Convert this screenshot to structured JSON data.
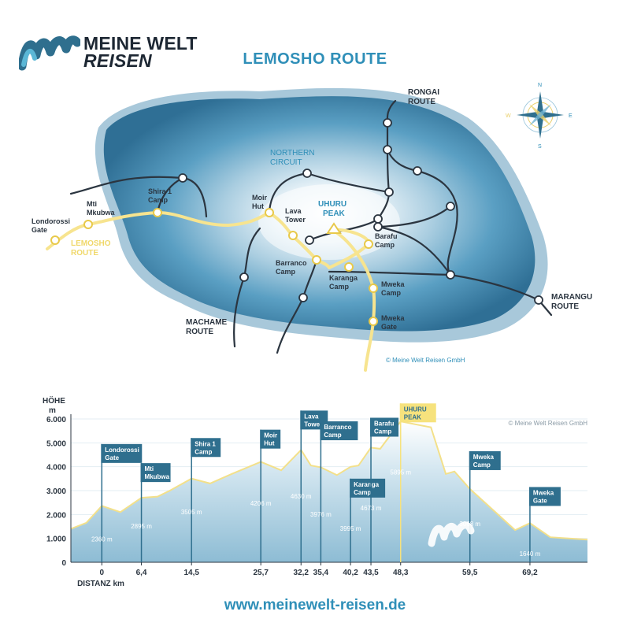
{
  "brand": {
    "line1": "MEINE WELT",
    "line2": "REISEN"
  },
  "title": "LEMOSHO ROUTE",
  "url": "www.meinewelt-reisen.de",
  "copyright_map": "© Meine Welt Reisen GmbH",
  "copyright_chart": "© Meine Welt Reisen GmbH",
  "compass": {
    "n": "N",
    "s": "S",
    "e": "E",
    "w": "W"
  },
  "map_labels": {
    "rongai": [
      "RONGAI",
      "ROUTE"
    ],
    "northern": [
      "NORTHERN",
      "CIRCUIT"
    ],
    "uhuru": [
      "UHURU",
      "PEAK"
    ],
    "marangu": [
      "MARANGU",
      "ROUTE"
    ],
    "machame": [
      "MACHAME",
      "ROUTE"
    ],
    "lemosho": [
      "LEMOSHO",
      "ROUTE"
    ],
    "londorossi": [
      "Londorossi",
      "Gate"
    ],
    "mti": [
      "Mti",
      "Mkubwa"
    ],
    "shira": [
      "Shira 1",
      "Camp"
    ],
    "moir": [
      "Moir",
      "Hut"
    ],
    "lava": [
      "Lava",
      "Tower"
    ],
    "barranco": [
      "Barranco",
      "Camp"
    ],
    "karanga": [
      "Karanga",
      "Camp"
    ],
    "barafu": [
      "Barafu",
      "Camp"
    ],
    "mweka_camp": [
      "Mweka",
      "Camp"
    ],
    "mweka_gate": [
      "Mweka",
      "Gate"
    ]
  },
  "chart_data": {
    "type": "area",
    "ylabel": [
      "HÖHE",
      "m"
    ],
    "xlabel": "DISTANZ km",
    "ylim": [
      0,
      6000
    ],
    "yticks": [
      "0",
      "1.000",
      "2.000",
      "3.000",
      "4.000",
      "5.000",
      "6.000"
    ],
    "xticks": [
      "0",
      "6,4",
      "14,5",
      "25,7",
      "32,2",
      "35,4",
      "40,2",
      "43,5",
      "48,3",
      "59,5",
      "69,2"
    ],
    "profile": [
      [
        -5,
        1400
      ],
      [
        -2.5,
        1650
      ],
      [
        0,
        2360
      ],
      [
        3,
        2100
      ],
      [
        6.4,
        2700
      ],
      [
        9,
        2750
      ],
      [
        11,
        3000
      ],
      [
        14.5,
        3505
      ],
      [
        17.5,
        3300
      ],
      [
        21,
        3700
      ],
      [
        25.7,
        4206
      ],
      [
        29,
        3850
      ],
      [
        32.2,
        4700
      ],
      [
        33.8,
        4050
      ],
      [
        35.4,
        3976
      ],
      [
        38,
        3650
      ],
      [
        40.2,
        3995
      ],
      [
        41.5,
        4050
      ],
      [
        43.5,
        4800
      ],
      [
        45,
        4750
      ],
      [
        48.3,
        5895
      ],
      [
        53.2,
        5650
      ],
      [
        55.6,
        3700
      ],
      [
        57,
        3800
      ],
      [
        59.5,
        3068
      ],
      [
        66.8,
        1350
      ],
      [
        69.2,
        1640
      ],
      [
        72.5,
        1050
      ],
      [
        78.5,
        950
      ]
    ],
    "camps": [
      {
        "name": [
          "Londorossi",
          "Gate"
        ],
        "km": 0,
        "elev_label": "2360 m",
        "tag_alt": 4950,
        "tag_w": 52,
        "elev_at": 1000
      },
      {
        "name": [
          "Mti",
          "Mkubwa"
        ],
        "km": 6.4,
        "elev_label": "2895 m",
        "tag_alt": 4150,
        "tag_w": 38,
        "elev_at": 1550
      },
      {
        "name": [
          "Shira 1",
          "Camp"
        ],
        "km": 14.5,
        "elev_label": "3505 m",
        "tag_alt": 5200,
        "tag_w": 38,
        "elev_at": 2150
      },
      {
        "name": [
          "Moir",
          "Hut"
        ],
        "km": 25.7,
        "elev_label": "4206 m",
        "tag_alt": 5550,
        "tag_w": 26,
        "elev_at": 2500
      },
      {
        "name": [
          "Lava",
          "Tower"
        ],
        "km": 32.2,
        "elev_label": "4630 m",
        "tag_alt": 6350,
        "tag_w": 35,
        "elev_at": 2800
      },
      {
        "name": [
          "Barranco",
          "Camp"
        ],
        "km": 35.4,
        "elev_label": "3976 m",
        "tag_alt": 5900,
        "tag_w": 48,
        "elev_at": 2050
      },
      {
        "name": [
          "Karanga",
          "Camp"
        ],
        "km": 40.2,
        "elev_label": "3995 m",
        "tag_alt": 3500,
        "tag_w": 45,
        "elev_at": 1450
      },
      {
        "name": [
          "Barafu",
          "Camp"
        ],
        "km": 43.5,
        "elev_label": "4673 m",
        "tag_alt": 6050,
        "tag_w": 36,
        "elev_at": 2300
      },
      {
        "name": [
          "UHURU",
          "PEAK"
        ],
        "km": 48.3,
        "elev_label": "5895 m",
        "tag_alt": 6650,
        "tag_w": 46,
        "elev_at": 3800,
        "summit": true
      },
      {
        "name": [
          "Mweka",
          "Camp"
        ],
        "km": 59.5,
        "elev_label": "3068 m",
        "tag_alt": 4650,
        "tag_w": 40,
        "elev_at": 1650
      },
      {
        "name": [
          "Mweka",
          "Gate"
        ],
        "km": 69.2,
        "elev_label": "1640 m",
        "tag_alt": 3150,
        "tag_w": 40,
        "elev_at": 400
      }
    ],
    "colors": {
      "area": "#b9d7e6",
      "line": "#f3e08a",
      "tag": "#2f6f8e",
      "summit_tag": "#f6e27d"
    }
  }
}
